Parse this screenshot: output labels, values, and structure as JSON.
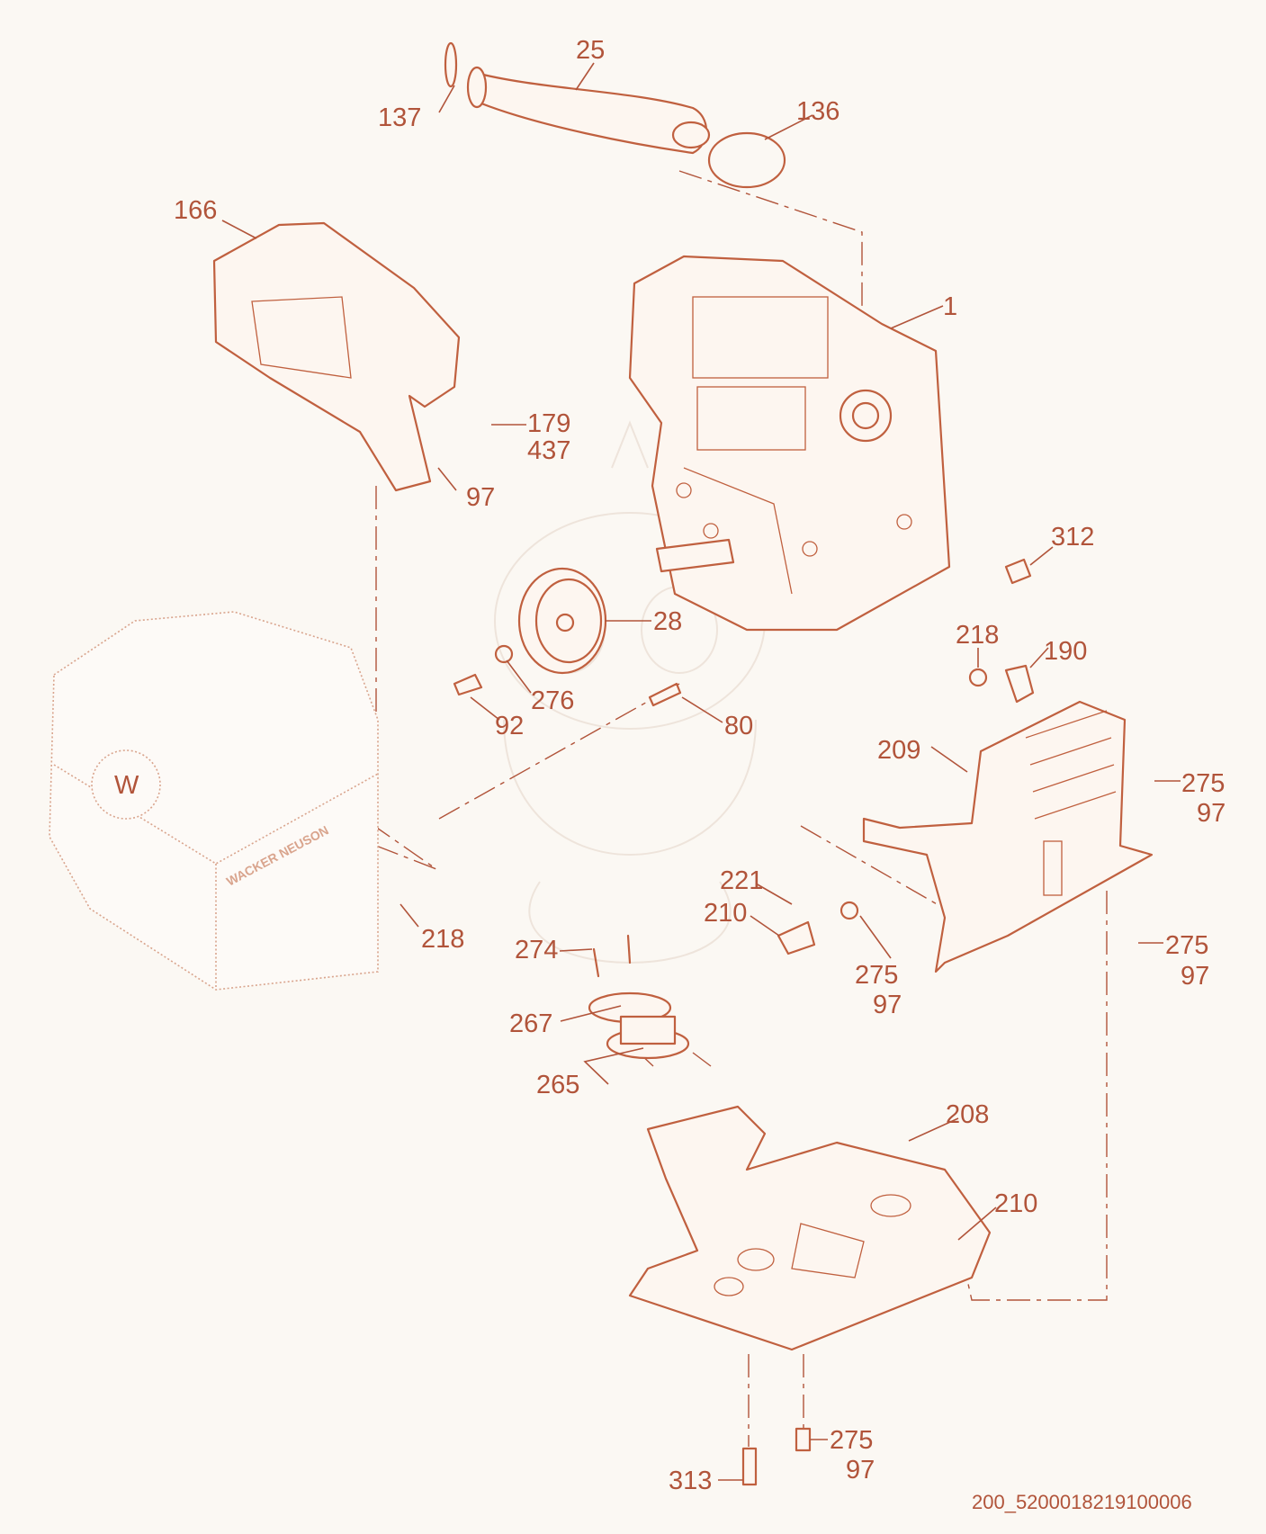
{
  "diagram": {
    "colors": {
      "line": "#c0603f",
      "text": "#b1543a",
      "ghost": "#d9a48d",
      "background": "#fbf8f3"
    },
    "callouts": {
      "c25": "25",
      "c137": "137",
      "c136": "136",
      "c166": "166",
      "c1": "1",
      "c179": "179",
      "c437": "437",
      "c97_a": "97",
      "c312": "312",
      "c28": "28",
      "c276": "276",
      "c92": "92",
      "c80": "80",
      "c218_a": "218",
      "c190": "190",
      "c209": "209",
      "c275_a": "275",
      "c97_b": "97",
      "c218_b": "218",
      "c221": "221",
      "c210_a": "210",
      "c275_b": "275",
      "c97_c": "97",
      "c275_c": "275",
      "c97_d": "97",
      "c274": "274",
      "c267": "267",
      "c265": "265",
      "c208": "208",
      "c210_b": "210",
      "c313": "313",
      "c275_d": "275",
      "c97_e": "97"
    },
    "document_id": "200_5200018219100006",
    "logo": {
      "cover_badge_letter": "W",
      "cover_brand_text": "WACKER NEUSON"
    }
  }
}
